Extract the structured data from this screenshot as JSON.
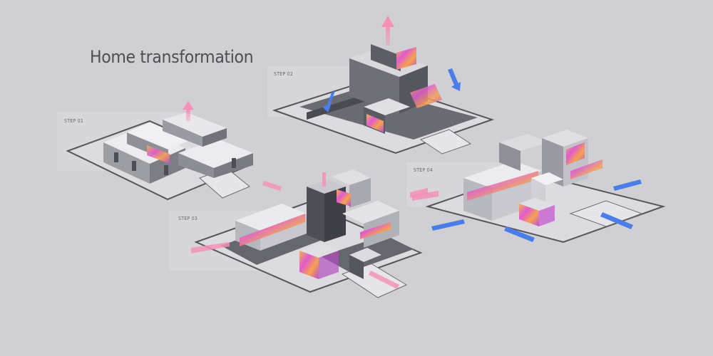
{
  "title": "Home transformation",
  "colors": {
    "background": "#cfcfd4",
    "panel": "#d6d6db",
    "building_light": "#e4e4e8",
    "building_mid": "#a9a9b0",
    "building_dark": "#5f5f66",
    "accent_pink": "#f48fb8",
    "accent_blue": "#4a7de8",
    "accent_orange": "#f5b34a",
    "accent_magenta": "#d94fd2"
  },
  "steps": [
    {
      "label": "STEP 01",
      "arrows": [
        "pink-up"
      ]
    },
    {
      "label": "STEP 02",
      "arrows": [
        "pink-up",
        "blue-down",
        "blue-down"
      ]
    },
    {
      "label": "STEP 03",
      "arrows": [
        "pink-down",
        "pink-in",
        "pink-in",
        "pink-out"
      ]
    },
    {
      "label": "STEP 04",
      "arrows": [
        "pink-in",
        "blue-in",
        "blue-in",
        "blue-in",
        "blue-in"
      ]
    }
  ]
}
